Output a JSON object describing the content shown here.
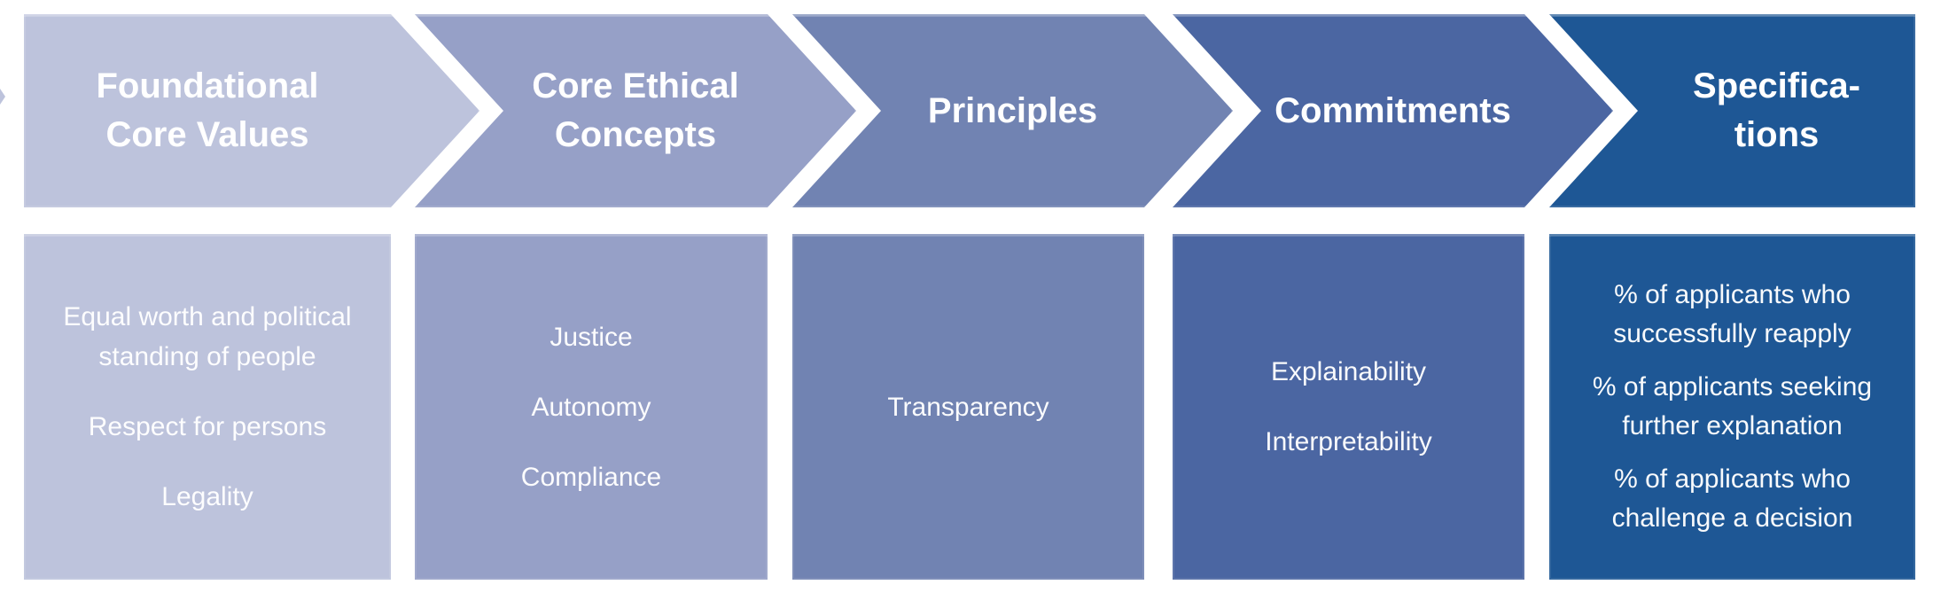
{
  "diagram": {
    "type": "chevron-process",
    "stages": [
      {
        "title": "Foundational Core Values",
        "color": "#bdc3dc",
        "items": [
          "Equal worth and political standing of people",
          "Respect for persons",
          "Legality"
        ]
      },
      {
        "title": "Core Ethical Concepts",
        "color": "#96a0c7",
        "items": [
          "Justice",
          "Autonomy",
          "Compliance"
        ]
      },
      {
        "title": "Principles",
        "color": "#7183b2",
        "items": [
          "Transparency"
        ]
      },
      {
        "title": "Commitments",
        "color": "#4b66a2",
        "items": [
          "Explainability",
          "Interpretability"
        ]
      },
      {
        "title": "Specifica-tions",
        "color": "#1e5795",
        "items": [
          "% of applicants who successfully reapply",
          "% of applicants seeking further explanation",
          "% of applicants who challenge a decision"
        ]
      }
    ]
  }
}
